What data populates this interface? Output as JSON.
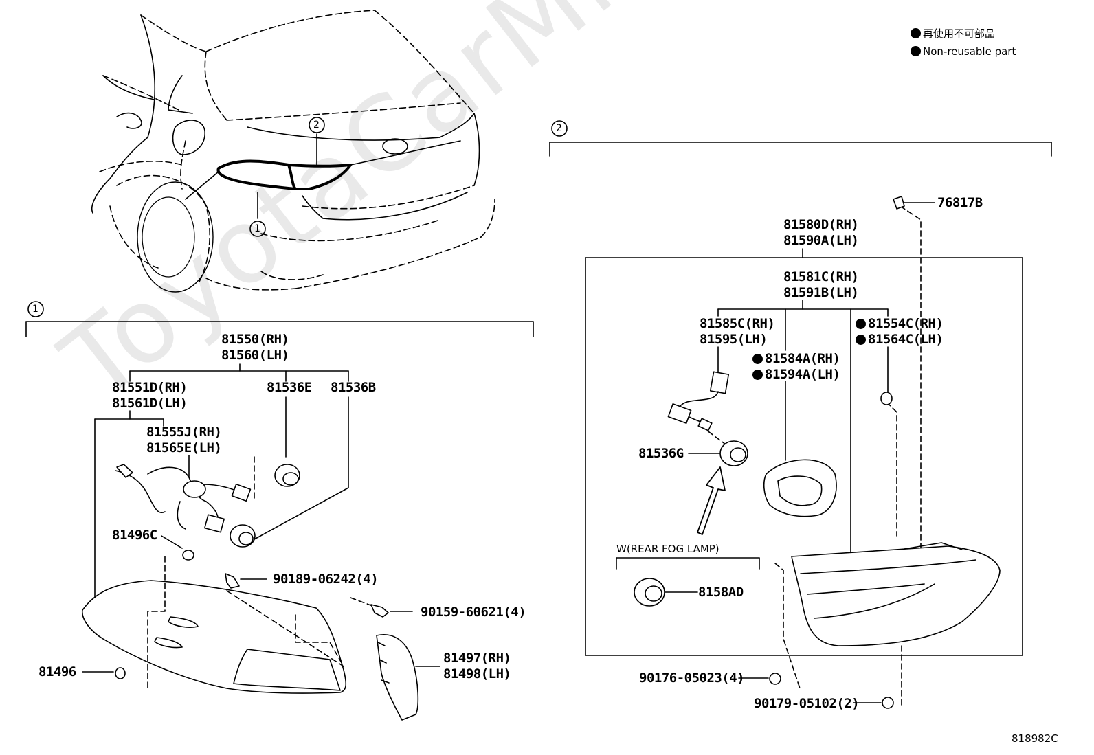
{
  "watermark": "ToyotaCarMine.ru",
  "legend": {
    "jp": "再使用不可部品",
    "en": "Non-reusable part"
  },
  "callouts": {
    "c1": "1",
    "c2": "2"
  },
  "group1": {
    "assy": [
      "81550(RH)",
      "81560(LH)"
    ],
    "lens": [
      "81551D(RH)",
      "81561D(LH)"
    ],
    "wire": [
      "81555J(RH)",
      "81565E(LH)"
    ],
    "socket_e": "81536E",
    "socket_b": "81536B",
    "clip_c": "81496C",
    "screw1": "90189-06242(4)",
    "bolt": "90159-60621(4)",
    "cover": [
      "81497(RH)",
      "81498(LH)"
    ],
    "nut": "81496"
  },
  "group2": {
    "cap": "76817B",
    "assy": [
      "81580D(RH)",
      "81590A(LH)"
    ],
    "lamp": [
      "81581C(RH)",
      "81591B(LH)"
    ],
    "wire": [
      "81585C(RH)",
      "81595(LH)"
    ],
    "gasket": [
      "81584A(RH)",
      "81594A(LH)"
    ],
    "cushion": [
      "81554C(RH)",
      "81564C(LH)"
    ],
    "socket_g": "81536G",
    "fog_title": "W(REAR FOG LAMP)",
    "fog_part": "8158AD",
    "screw_a": "90176-05023(4)",
    "screw_b": "90179-05102(2)"
  },
  "figure_id": "818982C"
}
